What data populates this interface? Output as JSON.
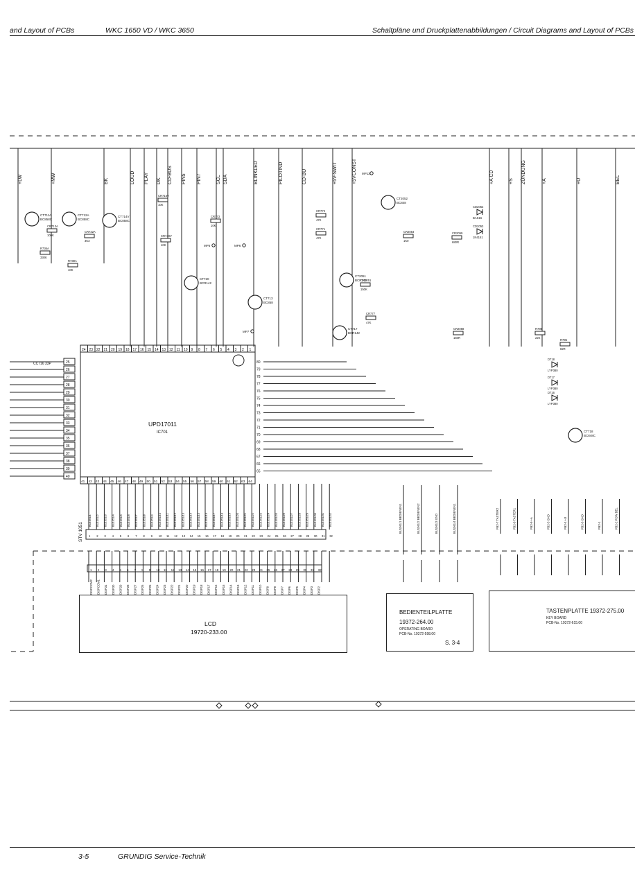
{
  "header": {
    "left": "and Layout of PCBs",
    "model": "WKC 1650 VD / WKC 3650",
    "right": "Schaltpläne und Druckplattenabbildungen / Circuit Diagrams and Layout of PCBs"
  },
  "footer": {
    "page": "3-5",
    "brand": "GRUNDIG Service-Technik"
  },
  "nets": [
    "+LW",
    "+MW",
    "BK",
    "LOUD",
    "PLAY",
    "DK",
    "CD-BUS",
    "PIN5",
    "PIN7",
    "SCL",
    "SDA",
    "BLINKLED",
    "PILOTIND",
    "CD-BU",
    "+5V-SWIT",
    "+5VCONST",
    "+A CD",
    "+S",
    "ZÜNDUNG",
    "+A",
    "+U",
    "BEL"
  ],
  "ic": {
    "name": "UPD17011",
    "ref": "IC701",
    "left_pins": [
      "25",
      "26",
      "27",
      "28",
      "29",
      "30",
      "31",
      "32",
      "33",
      "34",
      "35",
      "36",
      "37",
      "38",
      "39",
      "40"
    ],
    "top_pins": [
      "24",
      "23",
      "22",
      "21",
      "20",
      "19",
      "18",
      "17",
      "16",
      "15",
      "14",
      "13",
      "12",
      "11",
      "10",
      "9",
      "8",
      "7",
      "6",
      "5",
      "4",
      "3",
      "2",
      "1"
    ],
    "right_pins": [
      "80",
      "79",
      "78",
      "77",
      "76",
      "75",
      "74",
      "73",
      "72",
      "71",
      "70",
      "69",
      "68",
      "67",
      "66",
      "65"
    ],
    "bottom_pins": [
      "41",
      "42",
      "43",
      "44",
      "45",
      "46",
      "47",
      "48",
      "49",
      "50",
      "51",
      "52",
      "53",
      "54",
      "55",
      "56",
      "57",
      "58",
      "59",
      "60",
      "61",
      "62",
      "63",
      "64"
    ],
    "note": "CC716 33P"
  },
  "transistors": [
    {
      "ref": "CT711A",
      "type": "BC858C"
    },
    {
      "ref": "CT712A",
      "type": "BC858C"
    },
    {
      "ref": "CT714V",
      "type": "BC858C"
    },
    {
      "ref": "CT720",
      "type": "BCR142"
    },
    {
      "ref": "CT713",
      "type": "BC858"
    },
    {
      "ref": "CT717",
      "type": "BCR142"
    },
    {
      "ref": "CT2052",
      "type": "BC848"
    },
    {
      "ref": "CT2051",
      "type": "BCR142"
    },
    {
      "ref": "CT718",
      "type": "BC848C"
    }
  ],
  "resistors": [
    {
      "ref": "CR713A",
      "value": "100K"
    },
    {
      "ref": "R736A",
      "value": "330K"
    },
    {
      "ref": "R738A",
      "value": "10K"
    },
    {
      "ref": "CR732A",
      "value": "3K3"
    },
    {
      "ref": "CR716V",
      "value": "10K"
    },
    {
      "ref": "CR740V",
      "value": "10K"
    },
    {
      "ref": "CR773",
      "value": "10K"
    },
    {
      "ref": "CR772",
      "value": "47K"
    },
    {
      "ref": "CR771",
      "value": "47K"
    },
    {
      "ref": "CR777",
      "value": "47K"
    },
    {
      "ref": "CR2058",
      "value": "150R"
    },
    {
      "ref": "CR2054",
      "value": "1K0"
    },
    {
      "ref": "CR2059",
      "value": "680R"
    },
    {
      "ref": "CR2051",
      "value": "150K"
    },
    {
      "ref": "R789",
      "value": "22K"
    },
    {
      "ref": "R795",
      "value": "82R"
    }
  ],
  "diodes": [
    {
      "ref": "CD2052",
      "type": "BAS16"
    },
    {
      "ref": "CD2053",
      "type": "1N4151"
    },
    {
      "ref": "D716",
      "type": "LYP380"
    },
    {
      "ref": "D717",
      "type": "LYP380"
    },
    {
      "ref": "D718",
      "type": "LYP380"
    }
  ],
  "test_points": [
    "MP5",
    "MP6",
    "MP7",
    "MP12"
  ],
  "stv_connector": {
    "label": "STV 1051",
    "bus_lines": [
      "BU1051/1",
      "BU1051/2",
      "BU1051/3",
      "BU1051/4",
      "BU1051/5",
      "BU1051/6",
      "BU1051/7",
      "BU1051/8",
      "BU1051/9",
      "BU1051/10",
      "BU1051/11",
      "BU1051/12",
      "BU1051/13",
      "BU1051/14",
      "BU1051/15",
      "BU1051/16",
      "BU1051/17",
      "BU1051/18",
      "BU1051/19",
      "BU1051/20",
      "BU1051/21",
      "BU1051/22",
      "BU1051/23",
      "BU1051/24",
      "BU1051/25",
      "BU1051/26",
      "BU1051/27",
      "BU1051/28",
      "BU1051/29",
      "BU1051/30",
      "BU1051/31",
      "BU1051/32"
    ]
  },
  "lcd": {
    "title": "LCD",
    "part": "19720-233.00",
    "signals": [
      "DISPCOM2",
      "DISPCOM1",
      "DISP31",
      "DISP30",
      "DISP29",
      "DISP28",
      "DISP27",
      "DISP26",
      "DISP25",
      "DISP24",
      "DISP23",
      "DISP22",
      "DISP21",
      "DISP20",
      "DISP19",
      "DISP18",
      "DISP17",
      "DISP16",
      "DISP15",
      "DISP14",
      "DISP13",
      "DISP12",
      "DISP11",
      "DISP10",
      "DISP9",
      "DISP8",
      "DISP7",
      "DISP6",
      "DISP5",
      "DISP4",
      "DISP3",
      "DISP2"
    ]
  },
  "operating_board": {
    "title": "BEDIENTEILPLATTE",
    "part": "19372-264.00",
    "sub": "OPERATING BOARD",
    "pcb": "PCB-No. 19372-598.00",
    "ref": "S. 3-4",
    "pins": [
      "BU1061/1 BEDIENEN1",
      "BU1061/2 BEDIENEN2",
      "BU1061/3 GND",
      "BU1061/4 BEDIENEN1"
    ]
  },
  "keyboard": {
    "title": "TASTENPLATTE 19372-275.00",
    "sub": "KEY BOARD",
    "pcb": "PCB-No. 19372-615.00",
    "pins": [
      "FB2-7 TASTER2",
      "FB2-8 TASTER1",
      "FB2-9 +A",
      "FB2-5 GND",
      "FB2-4 +U",
      "FB2-6 GND",
      "FB2-1",
      "FB2-2 POW BEL"
    ]
  }
}
